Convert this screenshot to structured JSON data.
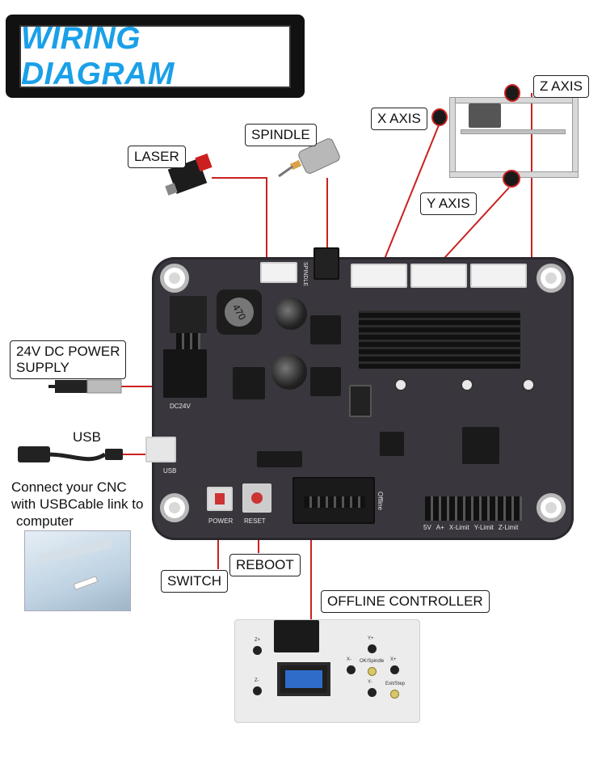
{
  "title": "WIRING DIAGRAM",
  "labels": {
    "laser": "LASER",
    "spindle": "SPINDLE",
    "x_axis": "X AXIS",
    "y_axis": "Y AXIS",
    "z_axis": "Z AXIS",
    "power_supply": "24V DC POWER\nSUPPLY",
    "usb": "USB",
    "usb_note_1": "Connect your CNC",
    "usb_note_2": "with USBCable link to",
    "usb_note_3": "computer",
    "switch": "SWITCH",
    "reboot": "REBOOT",
    "offline_controller": "OFFLINE CONTROLLER"
  },
  "board_silk": {
    "spindle": "SPINDLE",
    "dc24v": "DC24V",
    "usb": "USB",
    "power": "POWER",
    "reset": "RESET",
    "offline": "Offline",
    "inductor": "470",
    "pin_labels": [
      "5V",
      "A+",
      "X-Limit",
      "Y-Limit",
      "Z-Limit"
    ]
  },
  "controller": {
    "zplus": "Z+",
    "zminus": "Z-",
    "yplus": "Y+",
    "yminus": "Y-",
    "xminus": "X-",
    "xplus": "X+",
    "ok_spindle": "OK/Spindle",
    "exit_step": "Exit/Step"
  },
  "colors": {
    "title_text": "#1aa0e8",
    "wire": "#cc2020",
    "wire_dark": "#555555",
    "board": "#3a363d"
  }
}
